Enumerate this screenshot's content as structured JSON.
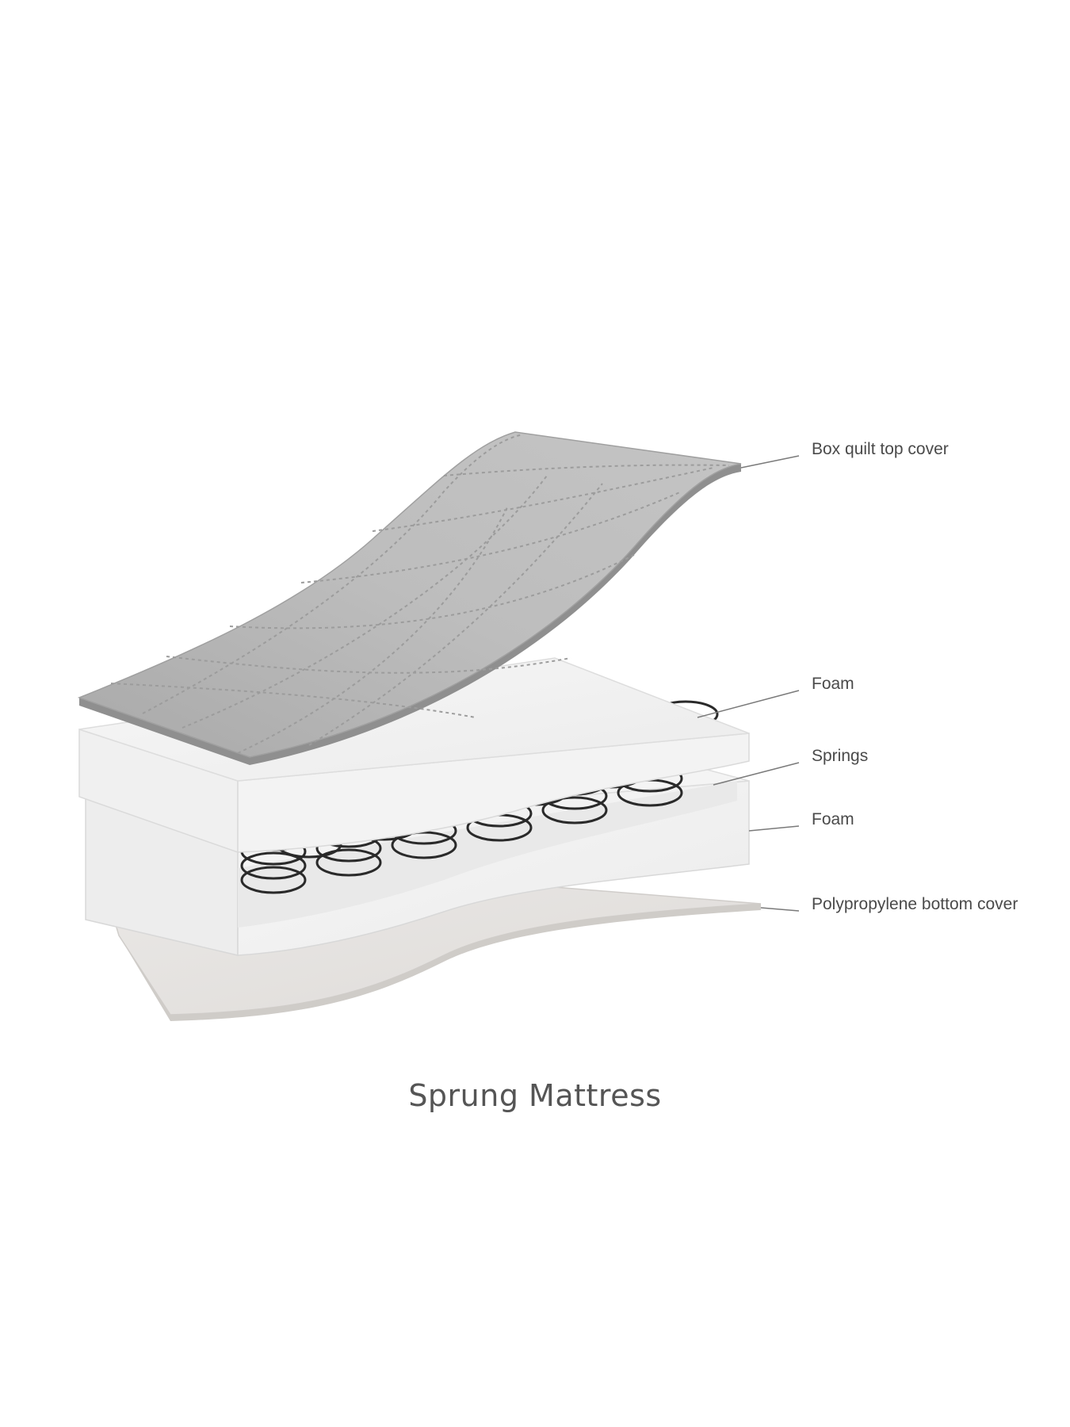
{
  "diagram": {
    "caption": "Sprung Mattress",
    "layers": [
      {
        "id": "top-cover",
        "label": "Box quilt top cover"
      },
      {
        "id": "foam-upper",
        "label": "Foam"
      },
      {
        "id": "springs",
        "label": "Springs"
      },
      {
        "id": "foam-lower",
        "label": "Foam"
      },
      {
        "id": "bottom-cover",
        "label": "Polypropylene bottom cover"
      }
    ],
    "colors": {
      "background": "#ffffff",
      "quilt_cover": "#b5b5b5",
      "quilt_stitch": "#9a9a9a",
      "foam": "#f2f2f2",
      "foam_edge": "#dcdcdc",
      "springs": "#2a2a2a",
      "bottom_cover": "#e6e4e2",
      "leader_line": "#7a7a7a",
      "label_text": "#4a4a4a",
      "caption_text": "#555555"
    },
    "spring_grid": {
      "rows": 2,
      "columns": 6,
      "coils_per_spring": 4
    }
  }
}
